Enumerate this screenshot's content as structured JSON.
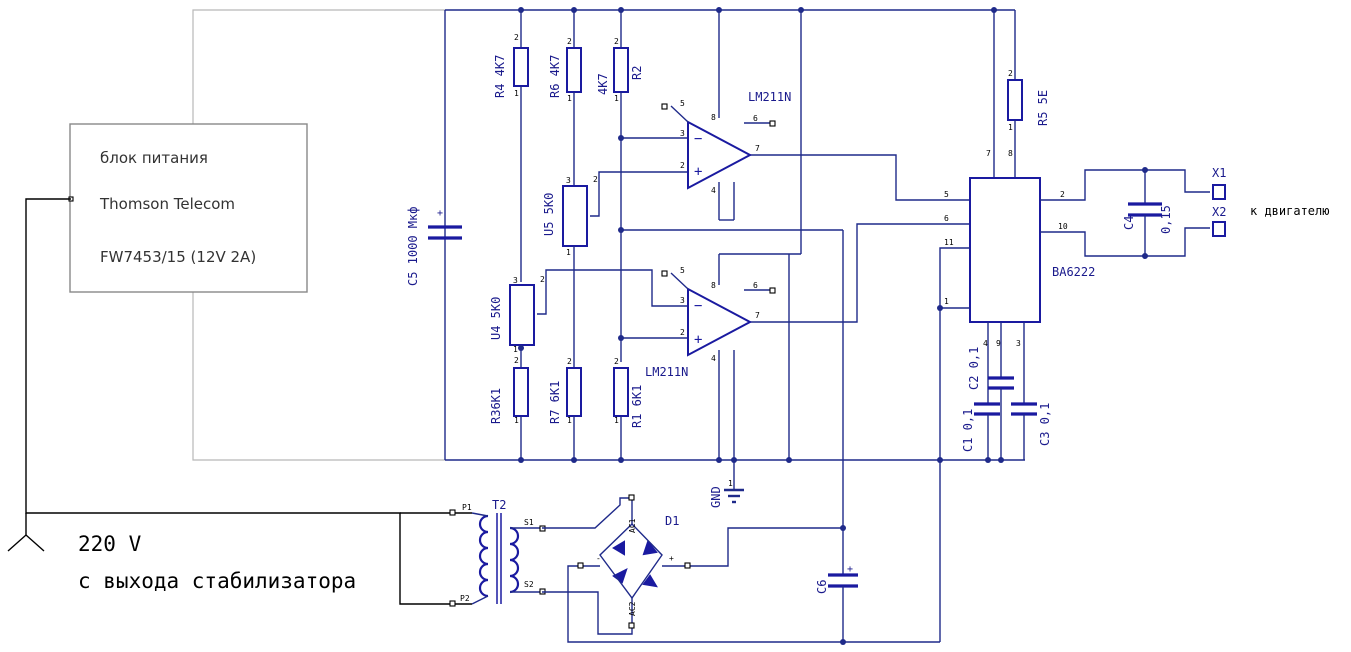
{
  "power_supply": {
    "line1": "блок питания",
    "line2": "Thomson Telecom",
    "line3": "FW7453/15 (12V 2A)"
  },
  "mains": {
    "voltage": "220 V",
    "note": "с выхода стабилизатора"
  },
  "motor_output": "к двигателю",
  "ic": {
    "driver": "BA6222",
    "comparator": "LM211N"
  },
  "connectors": {
    "x1": "X1",
    "x2": "X2"
  },
  "gnd": "GND",
  "components": {
    "c5": "C5",
    "c5_val": "1000 Мкф",
    "r4": "R4",
    "r4_val": "4K7",
    "r6": "R6",
    "r6_val": "4K7",
    "r2": "R2",
    "r2_val": "4K7",
    "r5": "R5",
    "r5_val": "5E",
    "u5": "U5",
    "u5_val": "5K0",
    "u4": "U4",
    "u4_val": "5K0",
    "r3": "R3",
    "r3_val": "6K1",
    "r7": "R7",
    "r7_val": "6K1",
    "r1": "R1",
    "r1_val": "6K1",
    "c4": "C4",
    "c4_val": "0,15",
    "c1": "C1",
    "c1_val": "0,1",
    "c2": "C2",
    "c2_val": "0,1",
    "c3": "C3",
    "c3_val": "0,1",
    "c6": "C6",
    "t2": "T2",
    "d1": "D1",
    "p1": "P1",
    "p2": "P2",
    "s1": "S1",
    "s2": "S2",
    "ac1": "AC1",
    "ac2": "AC2"
  },
  "pins": {
    "one": "1",
    "two": "2",
    "three": "3",
    "four": "4",
    "five": "5",
    "six": "6",
    "seven": "7",
    "eight": "8",
    "nine": "9",
    "ten": "10",
    "eleven": "11",
    "plus": "+",
    "minus": "-"
  },
  "colors": {
    "wire": "#1f2a8a",
    "component": "#1a1aa0",
    "frame": "#b8b8b8"
  }
}
